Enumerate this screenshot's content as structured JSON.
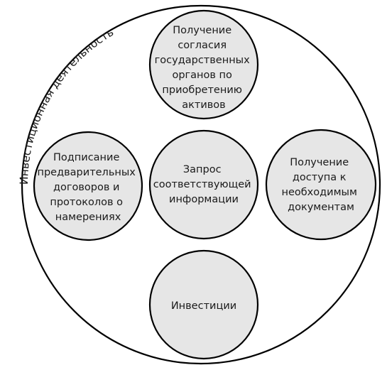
{
  "diagram": {
    "outer_label": "Инвестиционная деятельность",
    "nodes": {
      "top": [
        "Получение",
        "согласия",
        "государственных",
        "органов по",
        "приобретению",
        "активов"
      ],
      "left": [
        "Подписание",
        "предварительных",
        "договоров и",
        "протоколов о",
        "намерениях"
      ],
      "center": [
        "Запрос",
        "соответствующей",
        "информации"
      ],
      "right": [
        "Получение",
        "доступа к",
        "необходимым",
        "документам"
      ],
      "bottom": [
        "Инвестиции"
      ]
    },
    "colors": {
      "node_fill": "#e6e6e6",
      "stroke": "#000000",
      "background": "#ffffff"
    }
  }
}
